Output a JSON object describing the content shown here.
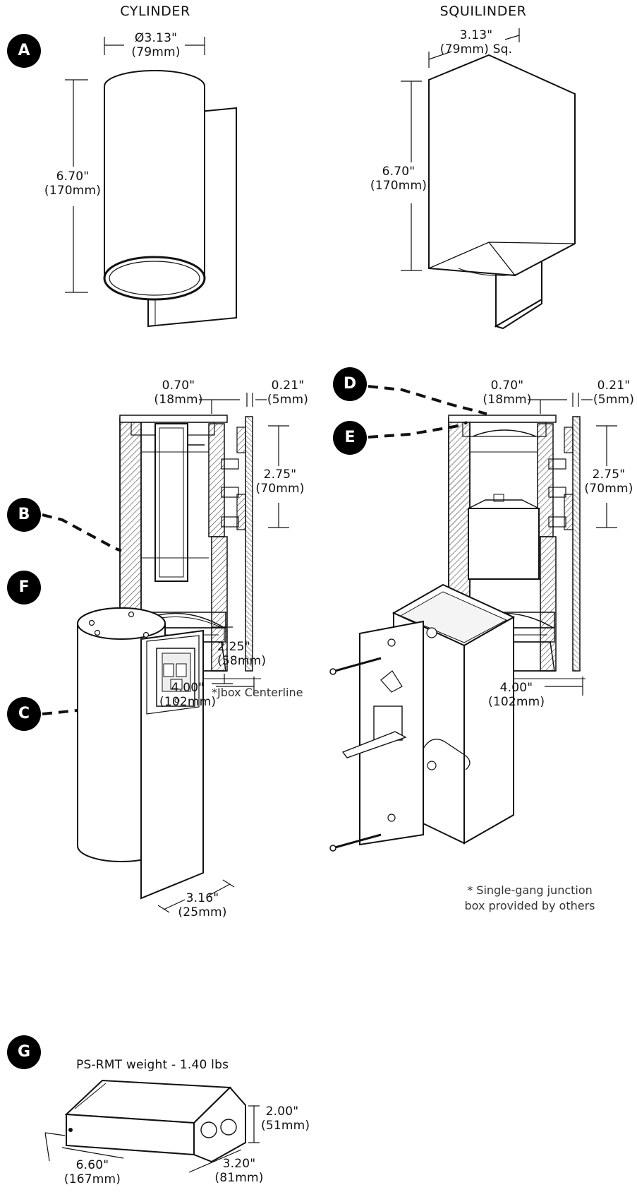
{
  "titles": {
    "cylinder": "CYLINDER",
    "squilinder": "SQUILINDER"
  },
  "badges": {
    "a": "A",
    "b": "B",
    "c": "C",
    "d": "D",
    "e": "E",
    "f": "F",
    "g": "G"
  },
  "dims": {
    "cyl_diameter": [
      "Ø3.13\"",
      "(79mm)"
    ],
    "cyl_height": [
      "6.70\"",
      "(170mm)"
    ],
    "sq_width": [
      "3.13\"",
      "(79mm) Sq."
    ],
    "sq_height": [
      "6.70\"",
      "(170mm)"
    ],
    "cyl_sec_offset": [
      "0.70\"",
      "(18mm)"
    ],
    "cyl_sec_plate": [
      "0.21\"",
      "(5mm)"
    ],
    "cyl_sec_mount": [
      "2.75\"",
      "(70mm)"
    ],
    "cyl_sec_depth": [
      "4.00\"",
      "(102mm)"
    ],
    "sq_sec_offset": [
      "0.70\"",
      "(18mm)"
    ],
    "sq_sec_plate": [
      "0.21\"",
      "(5mm)"
    ],
    "sq_sec_mount": [
      "2.75\"",
      "(70mm)"
    ],
    "sq_sec_depth": [
      "4.00\"",
      "(102mm)"
    ],
    "jbox_offset": [
      "2.25\"",
      "(58mm)"
    ],
    "plate_width": [
      "3.16\"",
      "(25mm)"
    ],
    "driver_height": [
      "2.00\"",
      "(51mm)"
    ],
    "driver_width": [
      "3.20\"",
      "(81mm)"
    ],
    "driver_length": [
      "6.60\"",
      "(167mm)"
    ]
  },
  "notes": {
    "jbox_centerline": "*Jbox Centerline",
    "junction_box": [
      "* Single-gang junction",
      "box provided by others"
    ],
    "driver_weight": "PS-RMT weight - 1.40 lbs"
  }
}
